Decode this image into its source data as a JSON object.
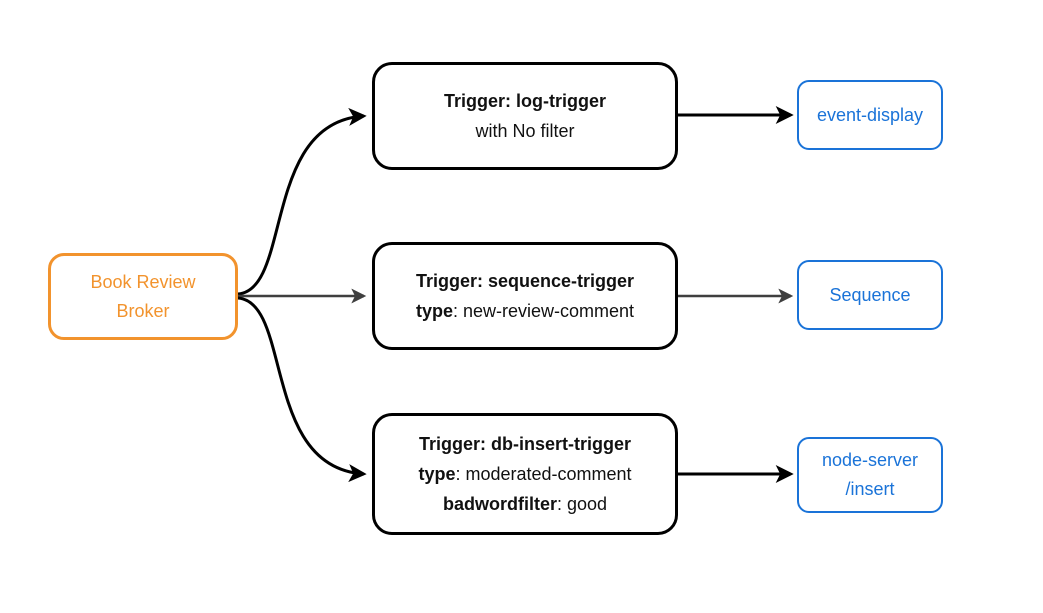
{
  "nodes": {
    "broker": {
      "line1": "Book Review",
      "line2": "Broker"
    },
    "trigger_log": {
      "title": "Trigger: log-trigger",
      "subtitle": "with No filter"
    },
    "trigger_sequence": {
      "title": "Trigger: sequence-trigger",
      "attr1_key": "type",
      "attr1_value": ": new-review-comment"
    },
    "trigger_db": {
      "title": "Trigger: db-insert-trigger",
      "attr1_key": "type",
      "attr1_value": ": moderated-comment",
      "attr2_key": "badwordfilter",
      "attr2_value": ": good"
    },
    "sink_event_display": {
      "label": "event-display"
    },
    "sink_sequence": {
      "label": "Sequence"
    },
    "sink_node_server": {
      "line1": "node-server",
      "line2": "/insert"
    }
  },
  "colors": {
    "broker_orange": "#F2932D",
    "sink_blue": "#1A73D8",
    "edge_black": "#000000",
    "edge_gray": "#3F3F3F",
    "bg": "#FFFFFF",
    "text_dark": "#111111"
  }
}
